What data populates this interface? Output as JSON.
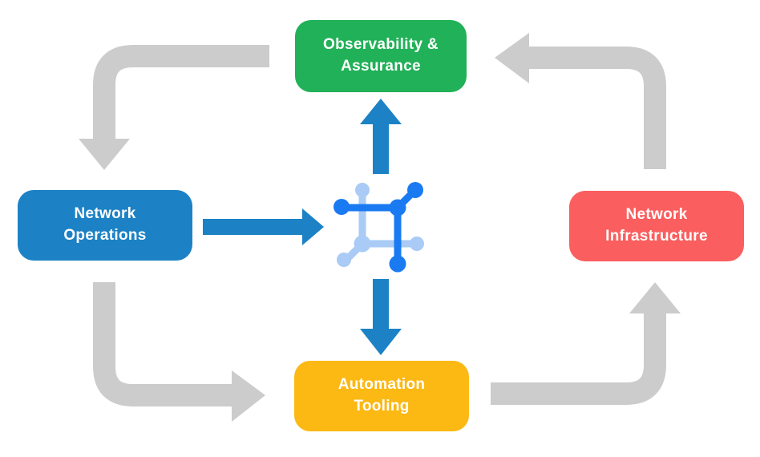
{
  "background": "#ffffff",
  "text_color": "#ffffff",
  "diagram": {
    "type": "cycle-flow",
    "nodes": [
      {
        "id": "observability-assurance",
        "line1": "Observability &",
        "line2": "Assurance",
        "color": "#21b158",
        "position": "top-center"
      },
      {
        "id": "network-operations",
        "line1": "Network",
        "line2": "Operations",
        "color": "#1c82c5",
        "position": "middle-left"
      },
      {
        "id": "network-infrastructure",
        "line1": "Network",
        "line2": "Infrastructure",
        "color": "#fa5e5e",
        "position": "middle-right"
      },
      {
        "id": "automation-tooling",
        "line1": "Automation",
        "line2": "Tooling",
        "color": "#fcb813",
        "position": "bottom-center"
      }
    ],
    "center_icon": {
      "name": "network-automation-icon",
      "dark_color": "#1a7af2",
      "light_color": "#a9cbf6"
    },
    "gray_cycle_arrows": {
      "color": "#cccccc",
      "flows": [
        "Observability & Assurance -> Network Operations",
        "Network Operations -> Automation Tooling",
        "Automation Tooling -> Network Infrastructure",
        "Network Infrastructure -> Observability & Assurance"
      ]
    },
    "blue_arrows": {
      "color": "#1c82c5",
      "flows": [
        "Network Operations -> center icon",
        "center icon -> Observability & Assurance",
        "center icon -> Automation Tooling"
      ]
    }
  }
}
